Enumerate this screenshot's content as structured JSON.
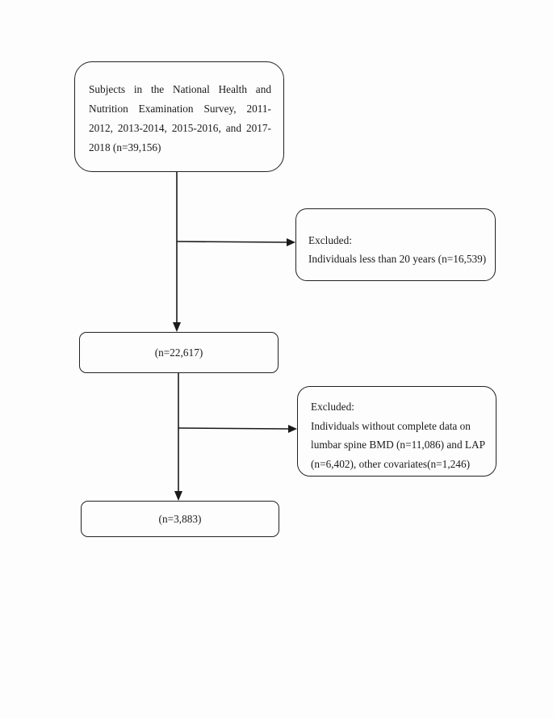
{
  "flowchart": {
    "subjects_box": {
      "text": "Subjects in the National Health and Nutrition Examination Survey, 2011-2012, 2013-2014, 2015-2016, and 2017-2018 (n=39,156)"
    },
    "exclusion_1": {
      "heading": "Excluded:",
      "text": "Individuals less than 20 years (n=16,539)"
    },
    "count_box_1": {
      "text": "(n=22,617)"
    },
    "exclusion_2": {
      "heading": "Excluded:",
      "text": "Individuals without complete data on lumbar spine BMD (n=11,086) and LAP (n=6,402), other covariates(n=1,246)"
    },
    "count_box_2": {
      "text": "(n=3,883)"
    }
  }
}
